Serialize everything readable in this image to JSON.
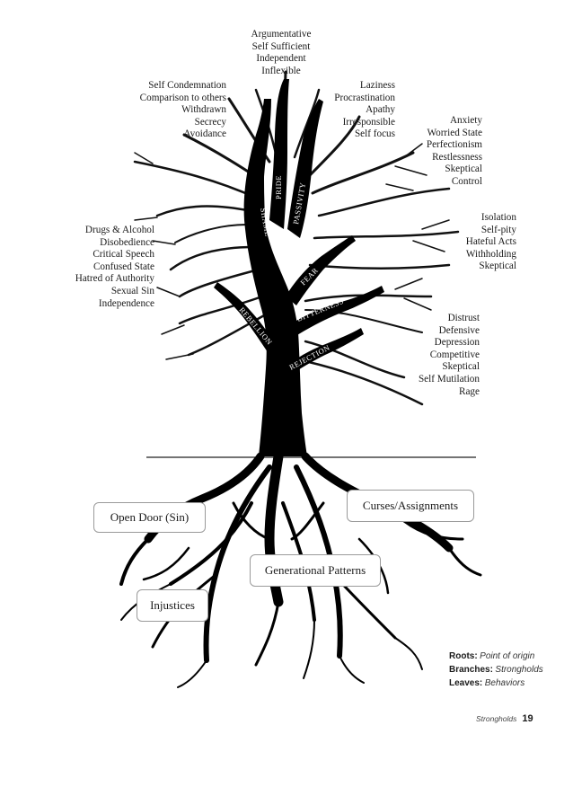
{
  "leaf_groups": {
    "top": [
      "Argumentative",
      "Self Sufficient",
      "Independent",
      "Inflexible"
    ],
    "upper_left": [
      "Self Condemnation",
      "Comparison to others",
      "Withdrawn",
      "Secrecy",
      "Avoidance"
    ],
    "upper_mid_right": [
      "Laziness",
      "Procrastination",
      "Apathy",
      "Irresponsible",
      "Self focus"
    ],
    "upper_right": [
      "Anxiety",
      "Worried State",
      "Perfectionism",
      "Restlessness",
      "Skeptical",
      "Control"
    ],
    "mid_right": [
      "Isolation",
      "Self-pity",
      "Hateful Acts",
      "Withholding",
      "Skeptical"
    ],
    "left": [
      "Drugs & Alcohol",
      "Disobedience",
      "Critical Speech",
      "Confused State",
      "Hatred of Authority",
      "Sexual Sin",
      "Independence"
    ],
    "lower_right": [
      "Distrust",
      "Defensive",
      "Depression",
      "Competitive",
      "Skeptical",
      "Self Mutilation",
      "Rage"
    ]
  },
  "branches": {
    "shame": "SHAME",
    "pride": "PRIDE",
    "passivity": "PASSIVITY",
    "fear": "FEAR",
    "bitterness": "BITTERNESS",
    "rebellion": "REBELLION",
    "rejection": "REJECTION"
  },
  "roots": {
    "open_door": "Open Door (Sin)",
    "curses": "Curses/Assignments",
    "generational": "Generational Patterns",
    "injustices": "Injustices"
  },
  "legend": {
    "roots_key": "Roots:",
    "roots_val": "Point of origin",
    "branches_key": "Branches:",
    "branches_val": "Strongholds",
    "leaves_key": "Leaves:",
    "leaves_val": "Behaviors"
  },
  "footer": {
    "section": "Strongholds",
    "page": "19"
  }
}
